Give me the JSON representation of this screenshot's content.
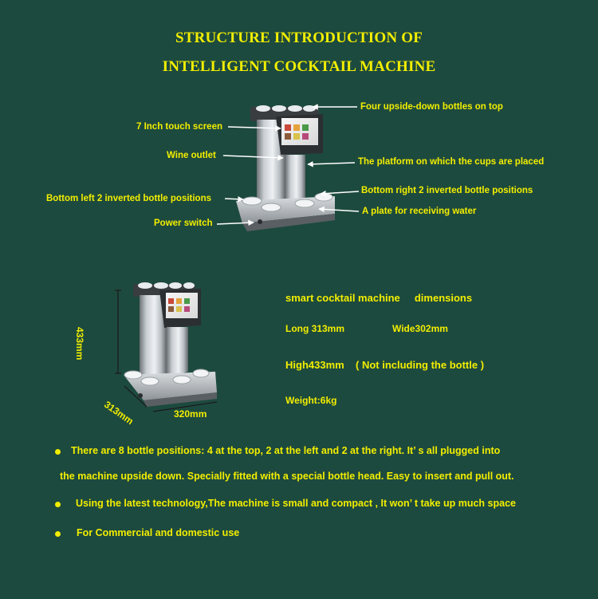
{
  "title": {
    "line1": "STRUCTURE INTRODUCTION OF",
    "line2": "INTELLIGENT COCKTAIL MACHINE"
  },
  "callouts": {
    "four_bottles": "Four upside-down bottles on top",
    "touch_screen": "7 Inch touch screen",
    "wine_outlet": "Wine outlet",
    "platform": "The platform on which the cups are placed",
    "bottom_left": "Bottom left 2 inverted bottle positions",
    "bottom_right": "Bottom right 2 inverted bottle positions",
    "water_plate": "A plate for receiving water",
    "power_switch": "Power switch"
  },
  "dimensions": {
    "heading": "smart cocktail machine     dimensions",
    "long": "Long 313mm",
    "wide": "Wide302mm",
    "high": "High433mm",
    "high_note": "( Not including the bottle )",
    "weight": "Weight:6kg",
    "height_label": "433mm",
    "depth_label": "313mm",
    "width_label": "320mm"
  },
  "features": {
    "bullet1_line1": "There are 8 bottle positions: 4 at the top, 2 at the left and 2 at the right. It’ s all plugged into",
    "bullet1_line2": "the machine upside down. Specially fitted with a special bottle head. Easy to insert  and pull out.",
    "bullet2": "Using the latest technology,The machine is small and compact , It won’ t take up much space",
    "bullet3": "For Commercial and domestic use"
  },
  "colors": {
    "background": "#1d4a3e",
    "text": "#f2ee00"
  }
}
